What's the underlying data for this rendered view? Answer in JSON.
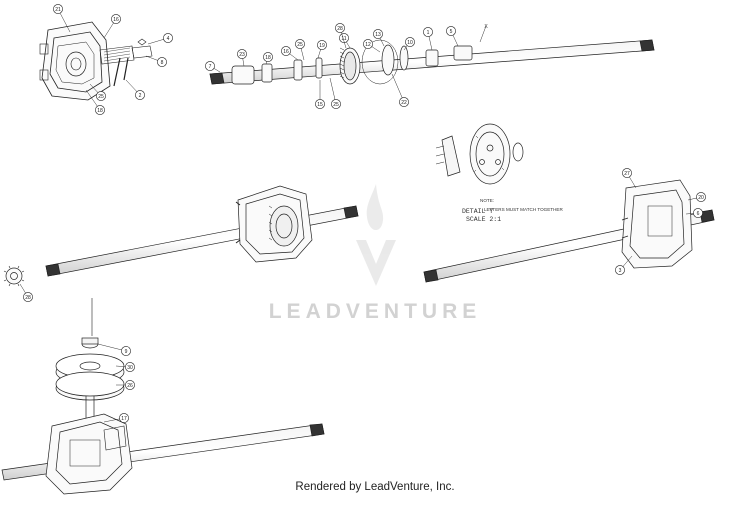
{
  "watermark": {
    "brand": "LEADVENTURE"
  },
  "footer": {
    "text": "Rendered by LeadVenture, Inc."
  },
  "detail": {
    "note_label": "NOTE:",
    "note_text": "LETTERS MUST MATCH TOGETHER",
    "detail_label": "DETAIL Y",
    "scale_label": "SCALE 2:1"
  },
  "callouts": {
    "exploded_top_left": [
      "21",
      "16",
      "4",
      "8",
      "2",
      "25",
      "18"
    ],
    "exploded_shaft": [
      "7",
      "23",
      "18",
      "16",
      "25",
      "19",
      "11",
      "28",
      "13",
      "12",
      "15",
      "25",
      "10",
      "22",
      "1",
      "5",
      "X"
    ],
    "assembled_right": [
      "27",
      "20",
      "6",
      "3"
    ],
    "standalone_part": [
      "28"
    ],
    "pulley_assembly": [
      "9",
      "30",
      "26",
      "17"
    ]
  }
}
